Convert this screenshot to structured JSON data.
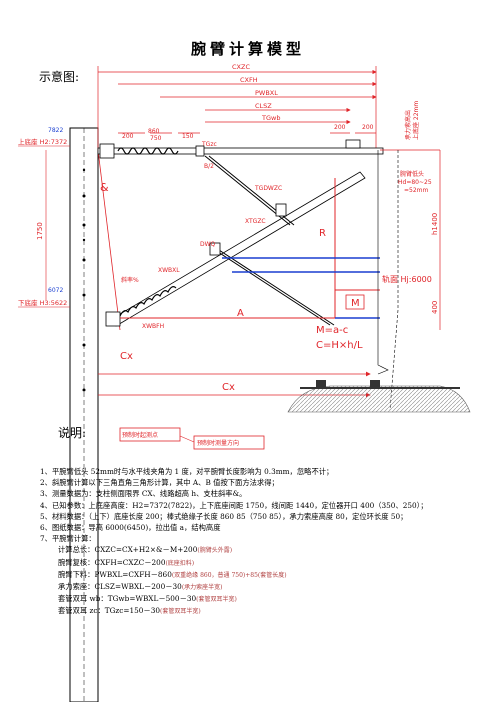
{
  "title": "腕臂计算模型",
  "schematic_label": "示意图:",
  "explain_label": "说明:",
  "colors": {
    "red": "#e0252a",
    "blue": "#1a3fd1",
    "black": "#000000"
  },
  "dims": {
    "cxzc": "CXZC",
    "cxfh": "CXFH",
    "pwbxl": "PWBXL",
    "clsz": "CLSZ",
    "tgwb": "TGwb",
    "tgzc": "TGzc",
    "d200a": "200",
    "d860": "860",
    "d750": "750",
    "d150": "150",
    "d200b": "200",
    "d200c": "200",
    "d1750": "1750",
    "d1400": "h1400",
    "d400": "400",
    "cx1": "Cx",
    "cx2": "Cx"
  },
  "labels": {
    "upper_base": "上底座 H2:7372",
    "upper_base_val": "7822",
    "lower_base": "下底座 H3:5622",
    "lower_base_val": "6072",
    "amp": "&",
    "bc": "B/2",
    "tgdwzc": "TGDWZC",
    "xtgzc": "XTGZC",
    "dwq": "DWQ",
    "xwbxl": "XWBXL",
    "xwbfh": "XWBFH",
    "slope": "斜率%",
    "r": "R",
    "a": "A",
    "m": "M",
    "formula1": "M=a-c",
    "formula2": "C=H×h/L",
    "rail": "轨面 Hj:6000",
    "wire_height_1": "腕臂低头",
    "wire_height_2": "Hd=80~25",
    "wire_height_3": "=52mm",
    "vert_note_1": "承力索高出",
    "vert_note_2": "上底座 22mm",
    "legend_start": "预制时起测点",
    "legend_dir": "预制时测量方向"
  },
  "notes": [
    "1、平腕臂低头 52mm时与水平线夹角为 1 度，对平腕臂长度影响为 0.3mm，忽略不计；",
    "2、斜腕臂计算以下三角直角三角形计算，其中 A、B 值按下面方法求得；",
    "3、测量数据为：支柱侧面限界 CX、线路超高 h、支柱斜率&。",
    "4、已知参数：上底座高度：H2=7372(7822)，上下底座间距 1750，线间距 1440，定位器开口 400（350、250）；",
    "5、材料数据：（上下）底座长度 200；棒式绝缘子长度 860 85（750 85），承力索座高度 80，定位环长度 50；",
    "6、图纸数据：导高 6000(6450)，拉出值 a，结构高度",
    "7、平腕臂计算："
  ],
  "calcs": [
    {
      "main": "计算总长：CXZC=CX+H2×&－M+200",
      "small": "(腕臂头外露)"
    },
    {
      "main": "腕臂复核：CXFH=CXZC－200",
      "small": "(底座扣料)"
    },
    {
      "main": "腕臂下料：PWBXL=CXFH－860",
      "small": "(双重绝缘 860，普通 750)+85(套管长度)"
    },
    {
      "main": "承力索座：CLSZ=WBXL－200－30",
      "small": "(承力索座半宽)"
    },
    {
      "main": "套管双耳 wb：TGwb=WBXL－500－30",
      "small": "(套管双耳半宽)"
    },
    {
      "main": "套管双耳 zc：TGzc=150－30",
      "small": "(套管双耳半宽)"
    }
  ]
}
